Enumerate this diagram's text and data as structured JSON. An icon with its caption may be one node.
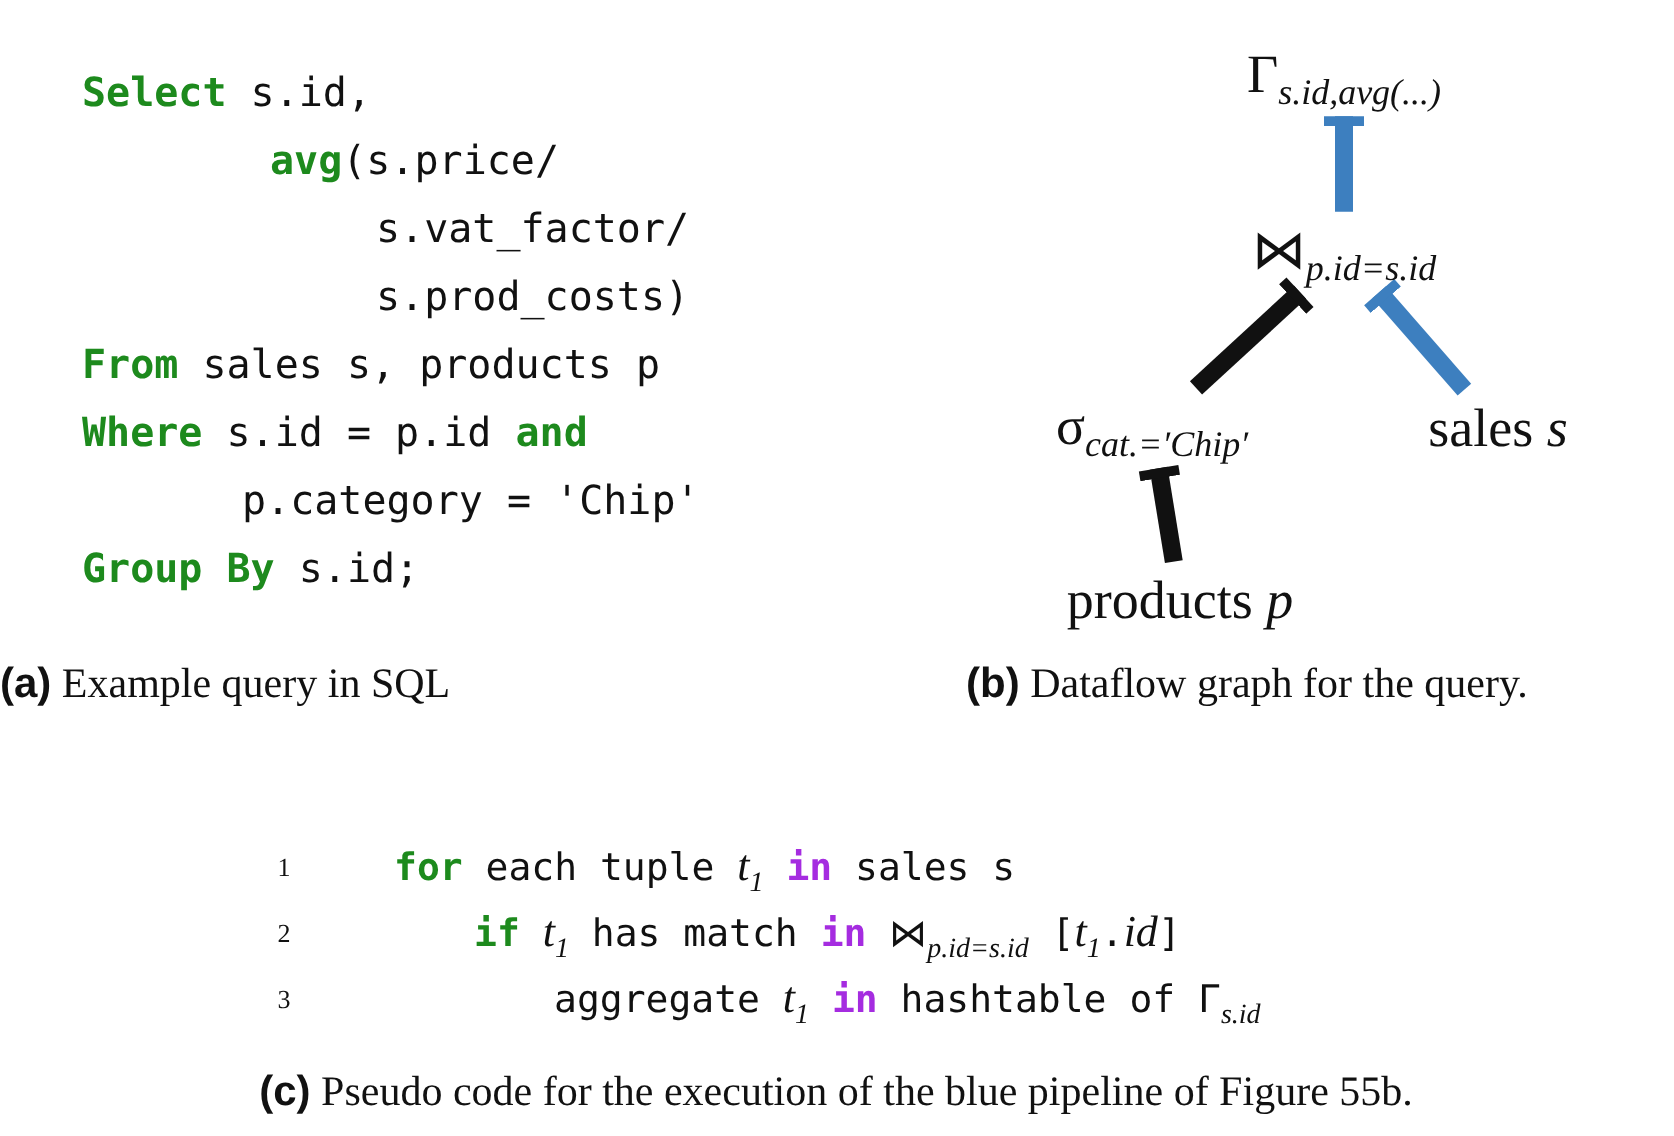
{
  "diagram": {
    "nodes": [
      {
        "text": [
          "Γ$_{s.id,avg(...)}$"
        ]
      },
      {
        "text": [
          "⋈$_{p.id=s.id}$"
        ]
      },
      {
        "text": [
          "σ$_{cat.=′Chip′}$"
        ]
      },
      {
        "text": [
          "sales *s*"
        ]
      },
      {
        "text": [
          "products *p*"
        ]
      }
    ],
    "edges": [
      {
        "from": 1,
        "to": 0,
        "arrow": "other",
        "color": "#3d7fbf"
      },
      {
        "from": 2,
        "to": 1,
        "arrow": "other",
        "color": "#111111"
      },
      {
        "from": 3,
        "to": 1,
        "arrow": "other",
        "color": "#3d7fbf"
      },
      {
        "from": 4,
        "to": 2,
        "arrow": "other",
        "color": "#111111"
      }
    ],
    "labels": [
      "**Select** s.id,",
      "**avg**(s.price/",
      "s.vat_factor/",
      "s.prod_costs)",
      "**From** sales s, products p",
      "**Where** s.id = p.id **and**",
      "p.category = 'Chip'",
      "**Group By** s.id;",
      "**(a)** Example query in SQL",
      "**(b)** Dataflow graph for the query.",
      "1",
      "**for** each tuple *t*$_{1}$ **in** sales s",
      "2",
      "**if** *t*$_{1}$ has match **in** ⋈$_{p.id=s.id}$ [*t*$_{1}$.*id*]",
      "3",
      "aggregate *t*$_{1}$ **in** hashtable of Γ$_{s.id}$",
      "**(c)** Pseudo code for the execution of the blue pipeline of Figure 55b."
    ]
  }
}
